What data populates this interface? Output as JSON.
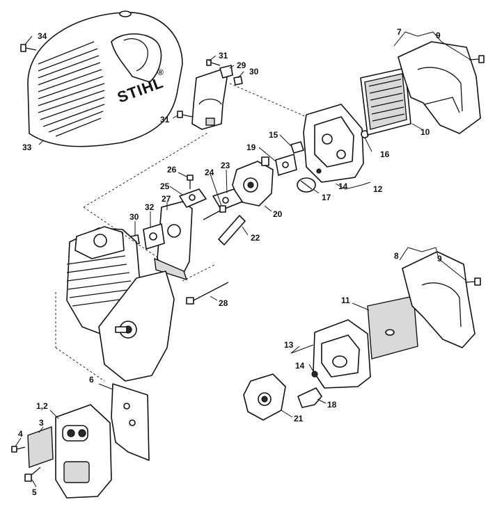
{
  "brand": "STIHL",
  "brand_mark": "®",
  "callouts": {
    "c34": "34",
    "c33": "33",
    "c31a": "31",
    "c29": "29",
    "c30a": "30",
    "c31b": "31",
    "c7": "7",
    "c9a": "9",
    "c10": "10",
    "c16": "16",
    "c15": "15",
    "c19": "19",
    "c14a": "14",
    "c12": "12",
    "c17": "17",
    "c26": "26",
    "c24": "24",
    "c23": "23",
    "c25": "25",
    "c27": "27",
    "c32": "32",
    "c30b": "30",
    "c20": "20",
    "c22": "22",
    "c28": "28",
    "c8": "8",
    "c9b": "9",
    "c11": "11",
    "c13": "13",
    "c14b": "14",
    "c18": "18",
    "c21": "21",
    "c6": "6",
    "c12b": "1,2",
    "c3": "3",
    "c4": "4",
    "c5": "5"
  }
}
